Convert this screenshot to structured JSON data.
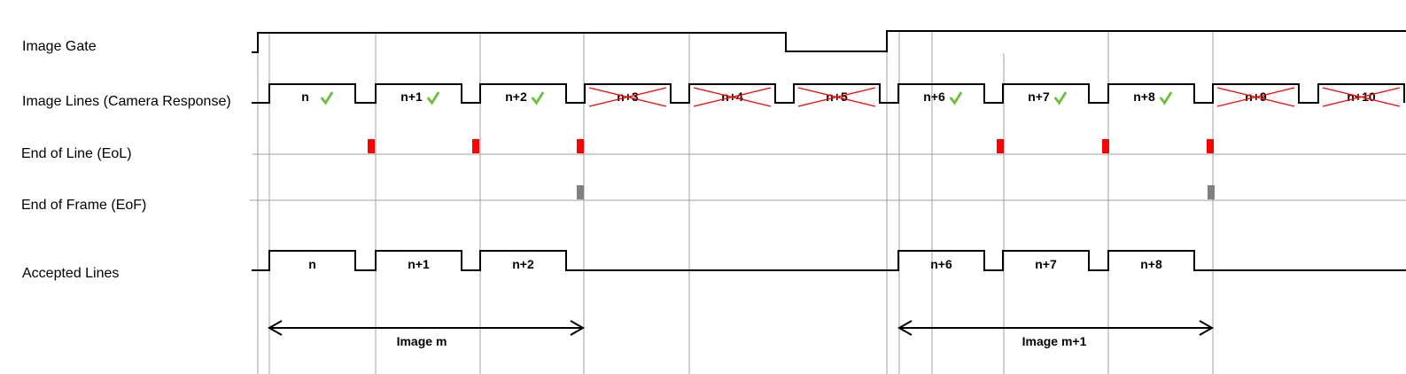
{
  "rows": {
    "image_gate": "Image Gate",
    "image_lines": "Image Lines (Camera Response)",
    "eol": "End of Line (EoL)",
    "eof": "End of Frame (EoF)",
    "accepted": "Accepted Lines"
  },
  "lines": [
    {
      "label": "n",
      "accepted": true
    },
    {
      "label": "n+1",
      "accepted": true
    },
    {
      "label": "n+2",
      "accepted": true
    },
    {
      "label": "n+3",
      "accepted": false
    },
    {
      "label": "n+4",
      "accepted": false
    },
    {
      "label": "n+5",
      "accepted": false
    },
    {
      "label": "n+6",
      "accepted": true
    },
    {
      "label": "n+7",
      "accepted": true
    },
    {
      "label": "n+8",
      "accepted": true
    },
    {
      "label": "n+9",
      "accepted": false
    },
    {
      "label": "n+10",
      "accepted": false
    }
  ],
  "images": [
    {
      "label": "Image m"
    },
    {
      "label": "Image m+1"
    }
  ],
  "colors": {
    "signal": "#000000",
    "grid": "#a0a0a0",
    "eol_marker": "#ff0000",
    "eof_marker": "#808080",
    "check": "#70c040",
    "cross": "#ff0000"
  }
}
